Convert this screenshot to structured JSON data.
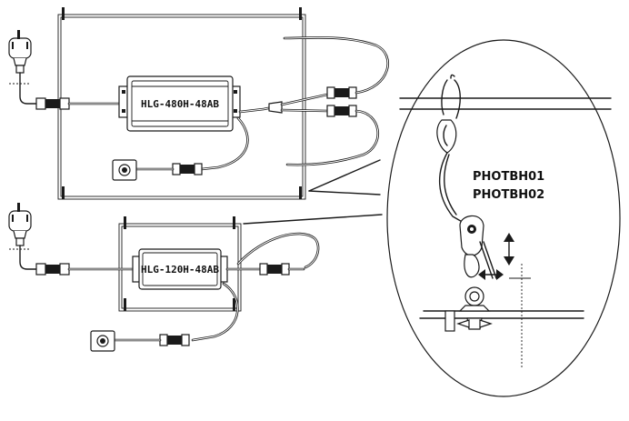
{
  "drivers": {
    "large_label": "HLG-480H-48AB",
    "small_label": "HLG-120H-48AB"
  },
  "detail": {
    "part_codes": [
      "PHOTBH01",
      "PHOTBH02"
    ]
  },
  "icons": [
    "uk-plug-icon",
    "dimmer-knob-icon",
    "connector-icon",
    "pulley-hanger-icon",
    "up-down-arrow-icon",
    "left-right-arrow-icon"
  ]
}
